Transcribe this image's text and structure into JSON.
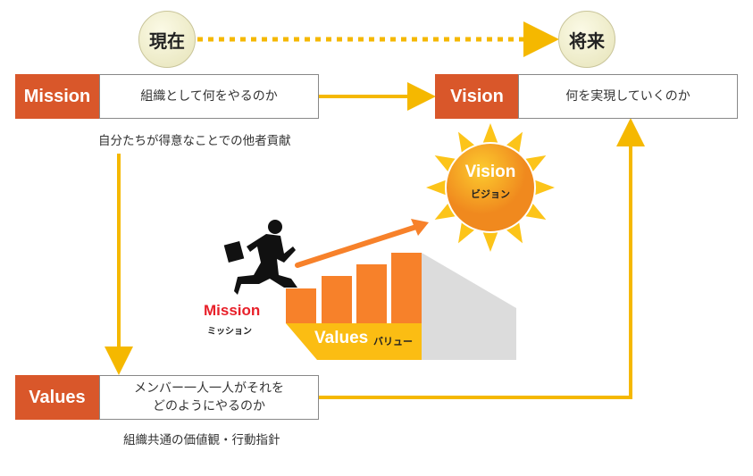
{
  "timeline": {
    "now": "現在",
    "future": "将来"
  },
  "mission": {
    "label": "Mission",
    "desc": "組織として何をやるのか",
    "note": "自分たちが得意なことでの他者貢献"
  },
  "vision": {
    "label": "Vision",
    "desc": "何を実現していくのか"
  },
  "values": {
    "label": "Values",
    "desc_line1": "メンバー一人一人がそれを",
    "desc_line2": "どのようにやるのか",
    "note": "組織共通の価値観・行動指針"
  },
  "illustration": {
    "sun_title": "Vision",
    "sun_sub": "ビジョン",
    "mission_title": "Mission",
    "mission_sub": "ミッション",
    "values_title": "Values",
    "values_sub": "バリュー"
  },
  "colors": {
    "label_bg": "#d9572a",
    "arrow": "#f5b800",
    "step": "#f7812a",
    "sun": "#f5a623",
    "mission_red": "#e8202a"
  }
}
